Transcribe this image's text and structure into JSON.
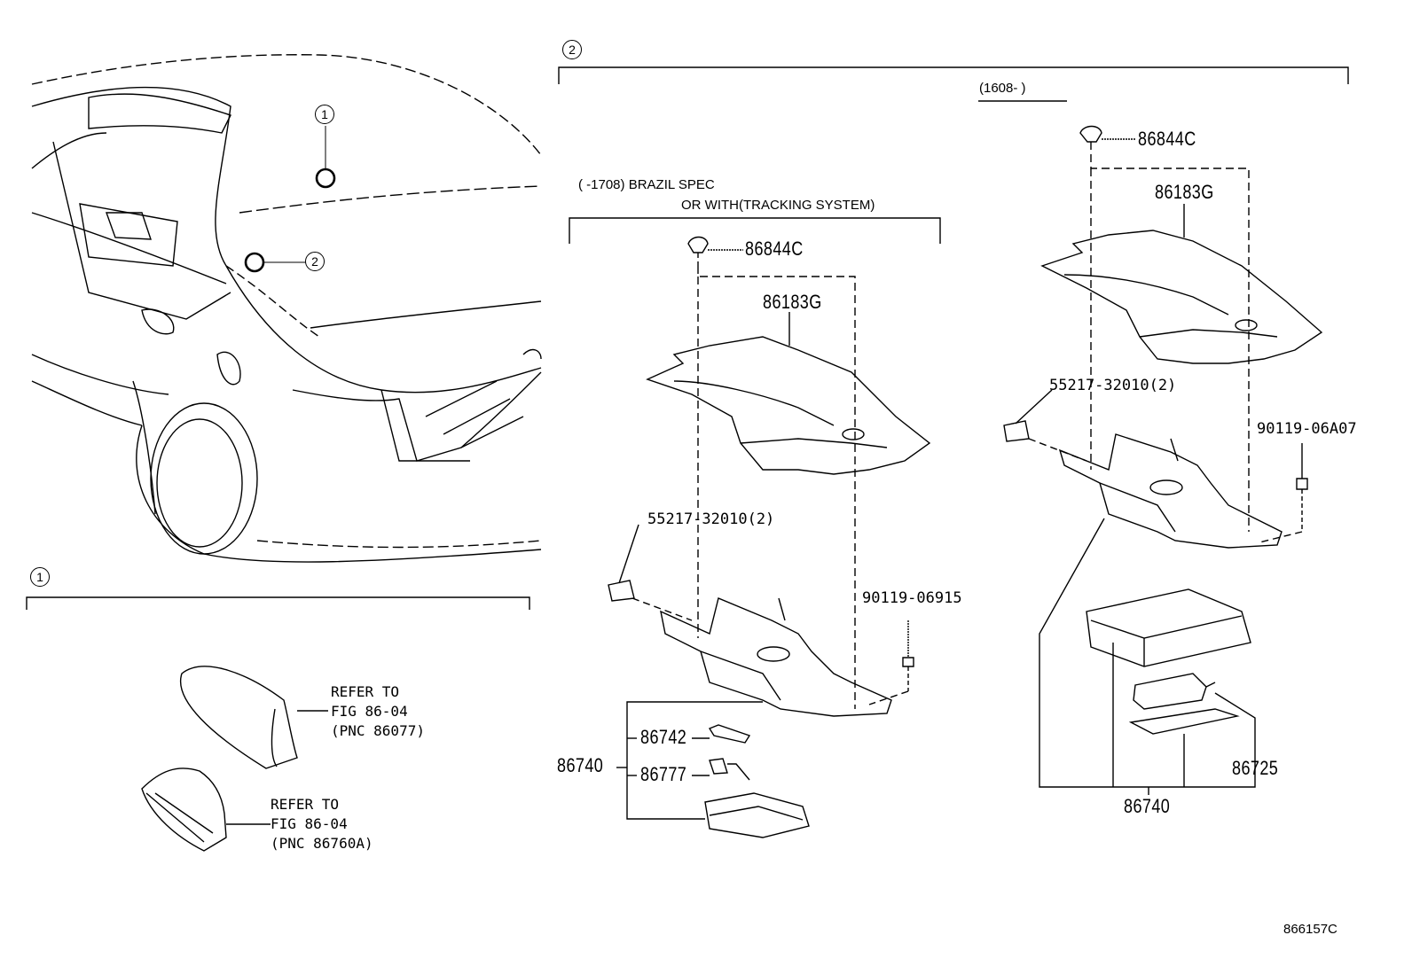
{
  "diagram": {
    "figure_code": "866157C",
    "callouts": {
      "one": "1",
      "two": "2"
    },
    "section_1": {
      "marker": "1",
      "refs": [
        {
          "line1": "REFER TO",
          "line2": "FIG 86-04",
          "line3": "(PNC 86077)"
        },
        {
          "line1": "REFER TO",
          "line2": "FIG 86-04",
          "line3": "(PNC 86760A)"
        }
      ]
    },
    "section_2": {
      "marker": "2",
      "left_variant": {
        "condition_line1": "(      -1708) BRAZIL SPEC",
        "condition_line2": "OR WITH(TRACKING SYSTEM)",
        "parts": {
          "clip": "86844C",
          "cover": "86183G",
          "nut": "55217-32010(2)",
          "bolt": "90119-06915",
          "assembly": "86740",
          "sub_a": "86742",
          "sub_b": "86777"
        }
      },
      "right_variant": {
        "condition": "(1608-      )",
        "parts": {
          "clip": "86844C",
          "cover": "86183G",
          "nut": "55217-32010(2)",
          "bolt": "90119-06A07",
          "assembly": "86740",
          "sub": "86725"
        }
      }
    }
  }
}
